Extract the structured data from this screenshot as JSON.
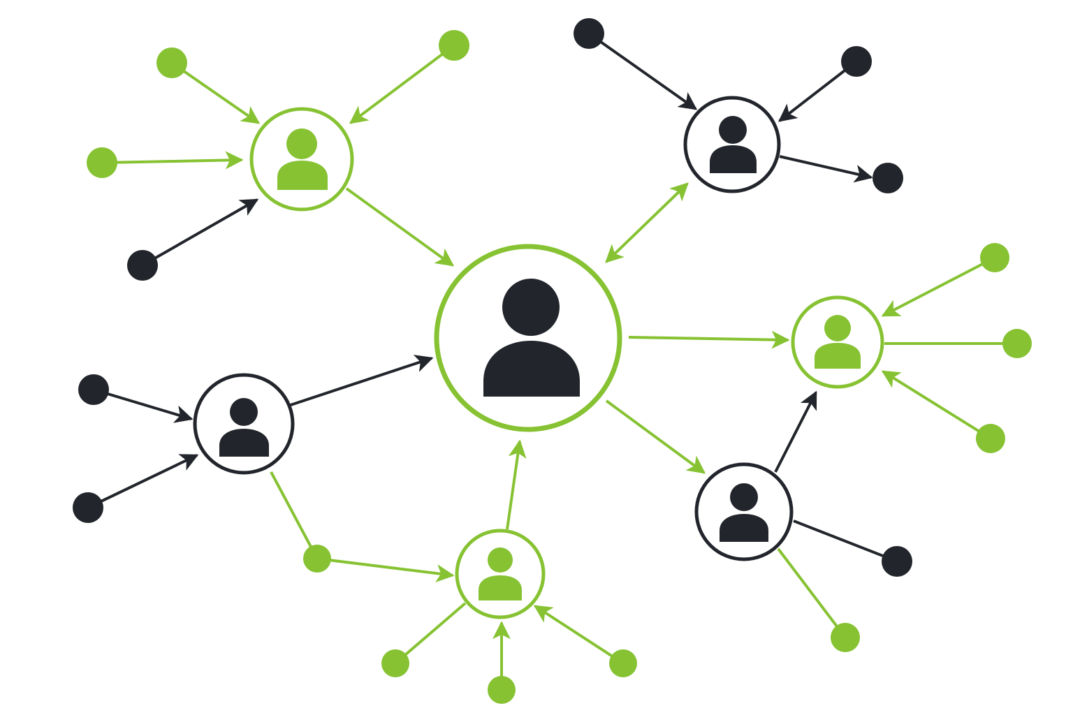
{
  "diagram": {
    "kind": "network",
    "colors": {
      "green": "#86c232",
      "dark": "#22252b",
      "background": "#ffffff"
    },
    "nodes": [
      {
        "id": "hub",
        "type": "person",
        "role": "hub",
        "color": "dark-on-green-ring"
      },
      {
        "id": "user-top-left",
        "type": "person",
        "color": "green"
      },
      {
        "id": "user-top-right",
        "type": "person",
        "color": "dark"
      },
      {
        "id": "user-mid-left",
        "type": "person",
        "color": "dark"
      },
      {
        "id": "user-mid-right",
        "type": "person",
        "color": "green"
      },
      {
        "id": "user-bottom-center",
        "type": "person",
        "color": "green"
      },
      {
        "id": "user-bottom-right",
        "type": "person",
        "color": "dark"
      }
    ],
    "edges": [
      {
        "from": "user-top-left",
        "to": "hub",
        "color": "green",
        "directed": true
      },
      {
        "from": "hub",
        "to": "user-top-right",
        "color": "green",
        "bidirectional": true
      },
      {
        "from": "hub",
        "to": "user-mid-right",
        "color": "green",
        "directed": true
      },
      {
        "from": "hub",
        "to": "user-bottom-right",
        "color": "green",
        "directed": true
      },
      {
        "from": "user-mid-left",
        "to": "hub",
        "color": "dark",
        "directed": true
      },
      {
        "from": "user-bottom-center",
        "to": "hub",
        "color": "green",
        "directed": true
      },
      {
        "from": "user-bottom-right",
        "to": "user-mid-right",
        "color": "dark",
        "directed": true
      }
    ]
  }
}
